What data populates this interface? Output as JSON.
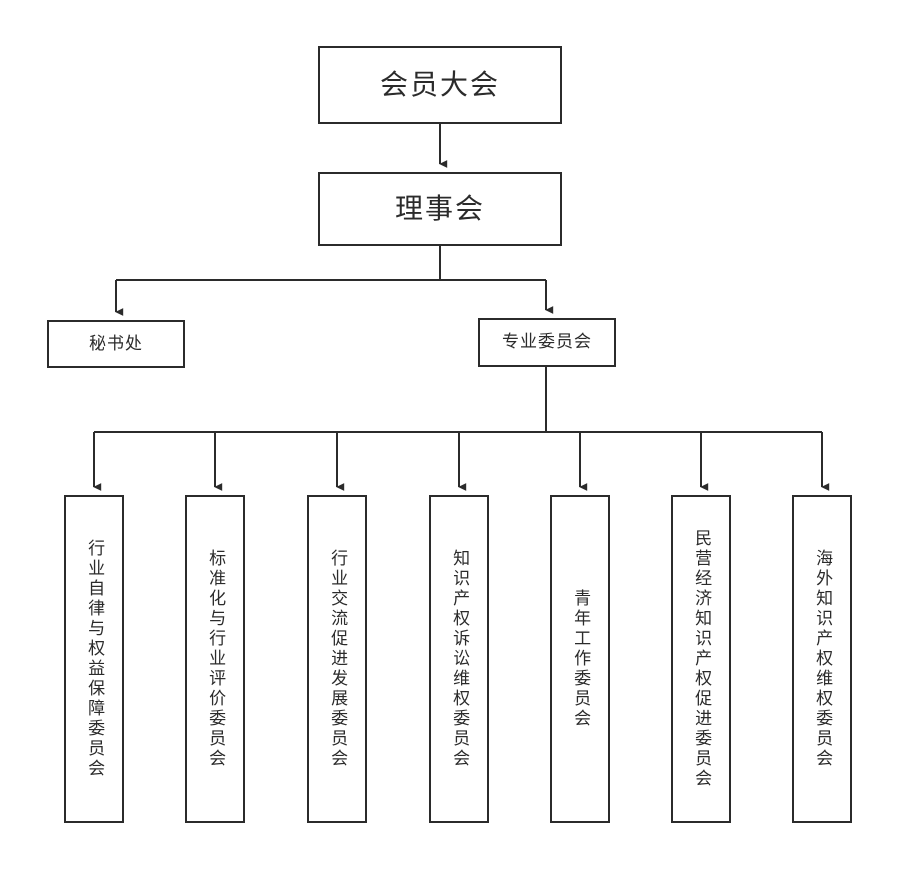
{
  "diagram": {
    "type": "organization-chart",
    "background_color": "#ffffff",
    "line_color": "#2b2b2b",
    "box_border_color": "#2b2b2b",
    "box_fill_color": "#ffffff",
    "text_color": "#2b2b2b",
    "levels": [
      {
        "level": 1,
        "nodes": [
          {
            "id": "assembly",
            "label": "会员大会"
          }
        ]
      },
      {
        "level": 2,
        "nodes": [
          {
            "id": "board",
            "label": "理事会"
          }
        ]
      },
      {
        "level": 3,
        "nodes": [
          {
            "id": "secretariat",
            "label": "秘书处"
          },
          {
            "id": "committees",
            "label": "专业委员会"
          }
        ]
      },
      {
        "level": 4,
        "orientation": "vertical-text",
        "nodes": [
          {
            "id": "c0",
            "label": "行业自律与权益保障委员会"
          },
          {
            "id": "c1",
            "label": "标准化与行业评价委员会"
          },
          {
            "id": "c2",
            "label": "行业交流促进发展委员会"
          },
          {
            "id": "c3",
            "label": "知识产权诉讼维权委员会"
          },
          {
            "id": "c4",
            "label": "青年工作委员会"
          },
          {
            "id": "c5",
            "label": "民营经济知识产权促进委员会"
          },
          {
            "id": "c6",
            "label": "海外知识产权维权委员会"
          }
        ]
      }
    ],
    "edges": [
      {
        "from": "assembly",
        "to": "board",
        "style": "straight-arrow"
      },
      {
        "from": "board",
        "to": "secretariat",
        "style": "elbow-arrow"
      },
      {
        "from": "board",
        "to": "committees",
        "style": "elbow-arrow"
      },
      {
        "from": "committees",
        "to": "c0",
        "style": "elbow-arrow"
      },
      {
        "from": "committees",
        "to": "c1",
        "style": "elbow-arrow"
      },
      {
        "from": "committees",
        "to": "c2",
        "style": "elbow-arrow"
      },
      {
        "from": "committees",
        "to": "c3",
        "style": "elbow-arrow"
      },
      {
        "from": "committees",
        "to": "c4",
        "style": "elbow-arrow"
      },
      {
        "from": "committees",
        "to": "c5",
        "style": "elbow-arrow"
      },
      {
        "from": "committees",
        "to": "c6",
        "style": "elbow-arrow"
      }
    ]
  }
}
